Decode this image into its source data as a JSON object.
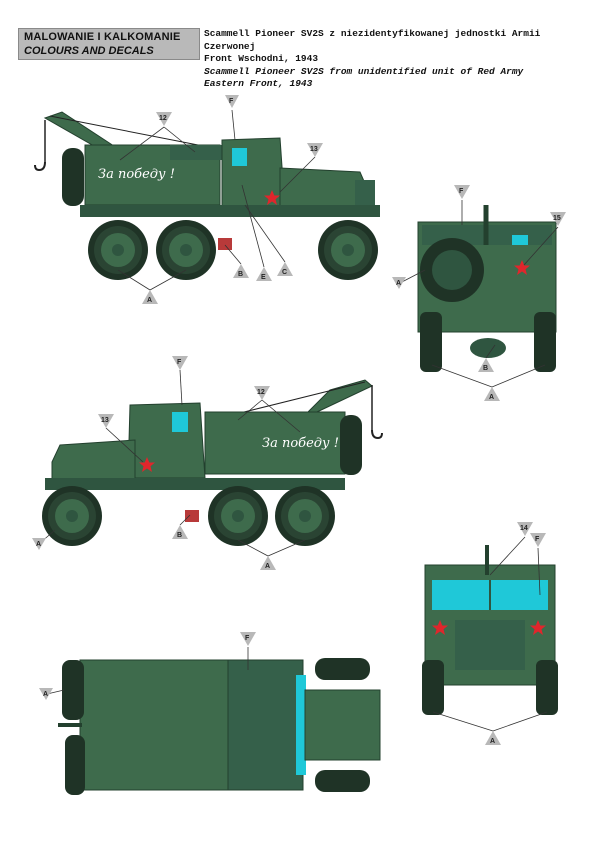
{
  "header": {
    "title_pl": "MALOWANIE I KALKOMANIE",
    "title_en": "COLOURS AND DECALS"
  },
  "caption": {
    "line1": "Scammell Pioneer SV2S z niezidentyfikowanej jednostki Armii",
    "line2": "Czerwonej",
    "line3": "Front Wschodni, 1943",
    "line4": "Scammell Pioneer SV2S from unidentified unit of Red Army",
    "line5": "Eastern Front, 1943"
  },
  "slogan": "За победу !",
  "colors": {
    "body_green": "#3e6b4c",
    "dark_green": "#2f5540",
    "tire": "#1f3326",
    "glass": "#1fc8d8",
    "star": "#e0262c",
    "marker": "#b8b8b8"
  },
  "markers": {
    "side1": [
      "F",
      "12",
      "13",
      "A",
      "B",
      "E",
      "C"
    ],
    "rear": [
      "F",
      "15",
      "A",
      "B",
      "A"
    ],
    "side2": [
      "F",
      "12",
      "13",
      "A",
      "B",
      "A"
    ],
    "front": [
      "14",
      "F",
      "A"
    ],
    "top": [
      "F",
      "A"
    ]
  }
}
